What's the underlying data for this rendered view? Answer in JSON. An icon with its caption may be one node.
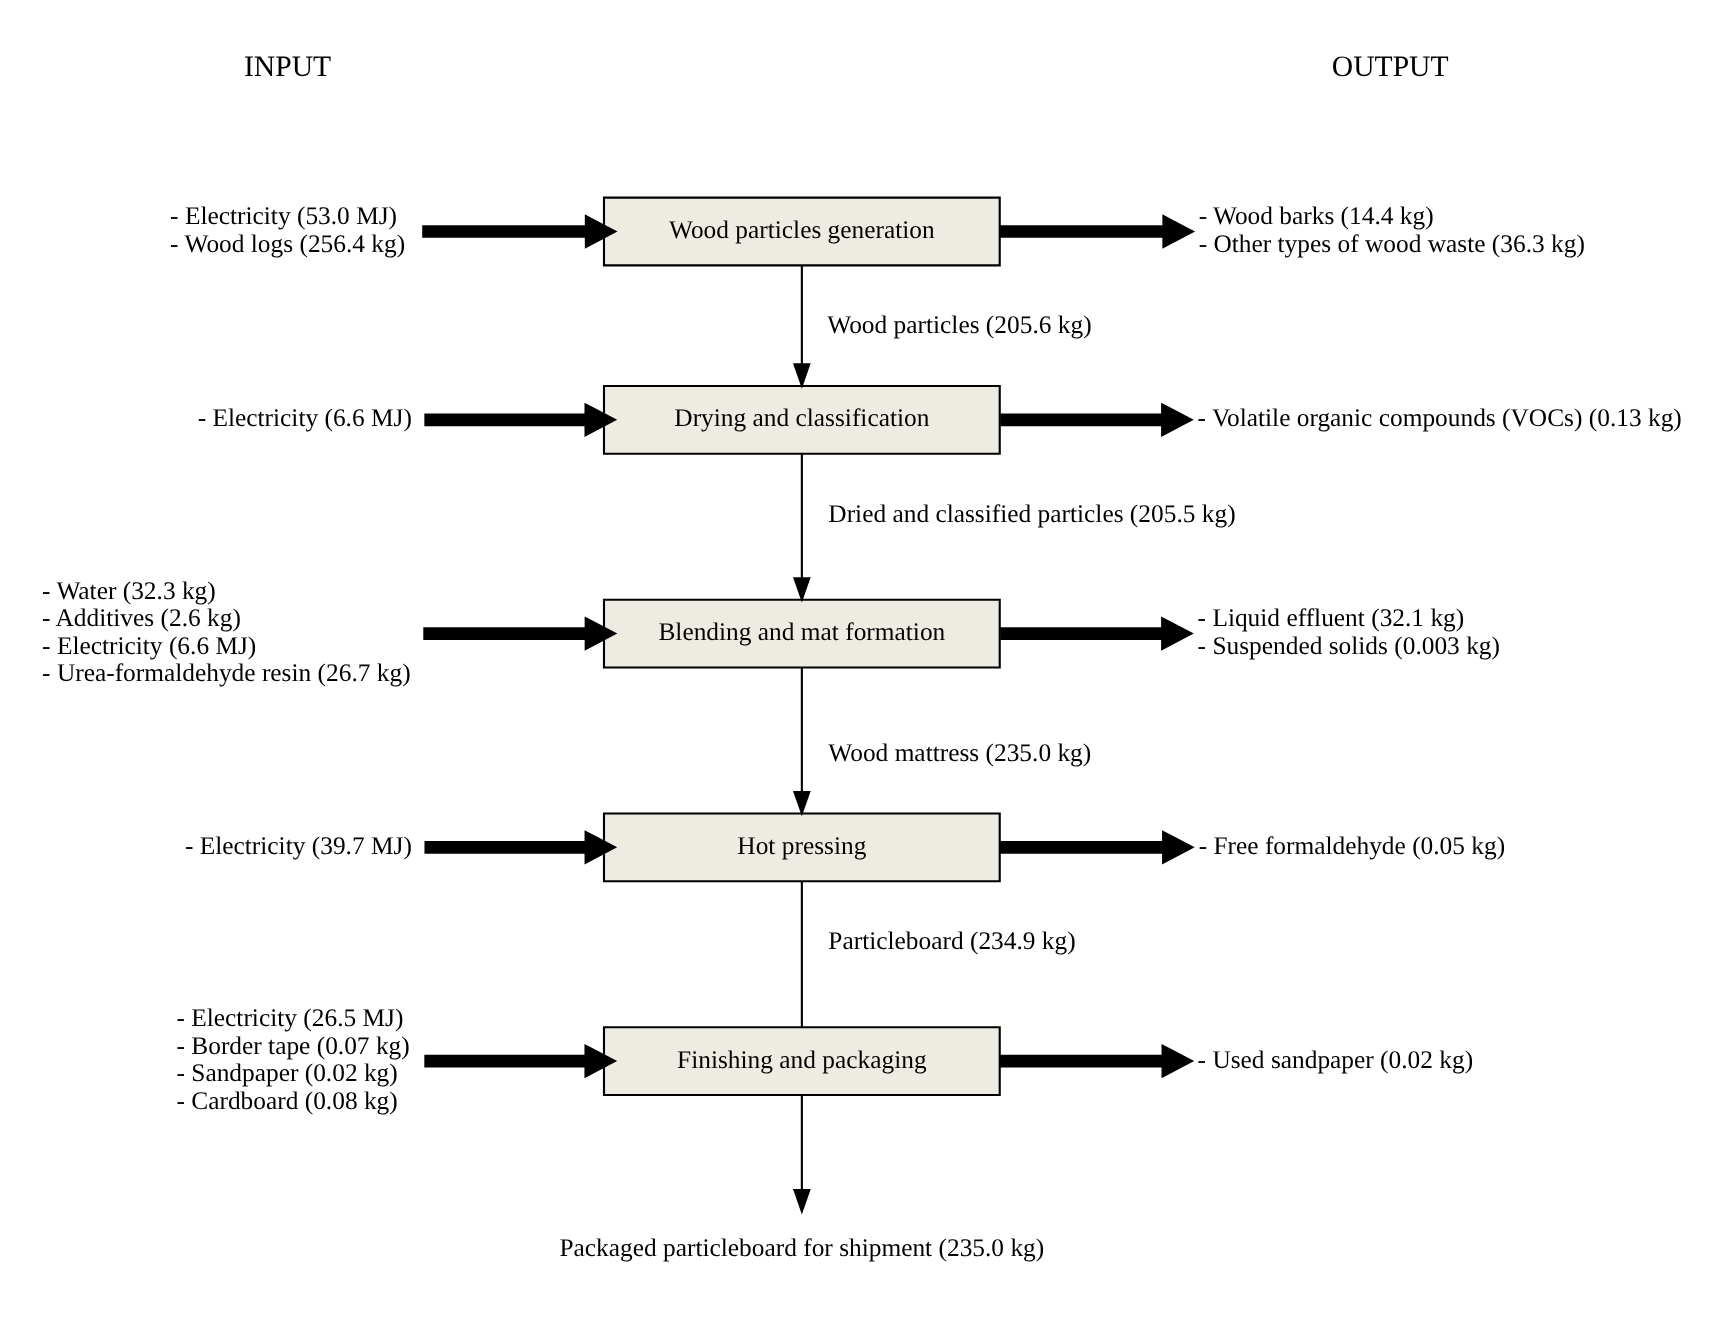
{
  "diagram": {
    "nodes": [
      {
        "text": [
          "- Electricity (53.0 MJ)",
          "- Wood logs (256.4 kg)"
        ]
      },
      {
        "text": [
          "Wood particles generation"
        ]
      },
      {
        "text": [
          "- Wood barks (14.4 kg)",
          "- Other types of wood waste (36.3 kg)"
        ]
      },
      {
        "text": [
          "- Electricity (6.6 MJ)"
        ]
      },
      {
        "text": [
          "Drying and classification"
        ]
      },
      {
        "text": [
          "- Volatile organic compounds (VOCs) (0.13 kg)"
        ]
      },
      {
        "text": [
          "- Water (32.3 kg)",
          "- Additives (2.6 kg)",
          "- Electricity (6.6 MJ)",
          "- Urea-formaldehyde resin (26.7 kg)"
        ]
      },
      {
        "text": [
          "Blending and mat formation"
        ]
      },
      {
        "text": [
          "- Liquid effluent (32.1 kg)",
          "- Suspended solids (0.003 kg)"
        ]
      },
      {
        "text": [
          "- Electricity (39.7 MJ)"
        ]
      },
      {
        "text": [
          "Hot pressing"
        ]
      },
      {
        "text": [
          "- Free formaldehyde (0.05 kg)"
        ]
      },
      {
        "text": [
          "- Electricity (26.5 MJ)",
          "- Border tape (0.07 kg)",
          "- Sandpaper (0.02 kg)",
          "- Cardboard (0.08 kg)"
        ]
      },
      {
        "text": [
          "Finishing and packaging"
        ]
      },
      {
        "text": [
          "- Used sandpaper (0.02 kg)"
        ]
      },
      {
        "text": [
          "Packaged particleboard for shipment (235.0 kg)"
        ]
      }
    ],
    "edges": [
      {
        "from": 0,
        "to": 1,
        "arrow": "to"
      },
      {
        "from": 1,
        "to": 2,
        "arrow": "to"
      },
      {
        "from": 1,
        "to": 4,
        "arrow": "to",
        "label": "Wood particles (205.6 kg)"
      },
      {
        "from": 3,
        "to": 4,
        "arrow": "to"
      },
      {
        "from": 4,
        "to": 5,
        "arrow": "to"
      },
      {
        "from": 4,
        "to": 7,
        "arrow": "to",
        "label": "Dried and classified particles (205.5 kg)"
      },
      {
        "from": 6,
        "to": 7,
        "arrow": "to"
      },
      {
        "from": 7,
        "to": 8,
        "arrow": "to"
      },
      {
        "from": 7,
        "to": 10,
        "arrow": "to",
        "label": "Wood mattress (235.0 kg)"
      },
      {
        "from": 9,
        "to": 10,
        "arrow": "to"
      },
      {
        "from": 10,
        "to": 11,
        "arrow": "to"
      },
      {
        "from": 10,
        "to": 13,
        "arrow": "none",
        "label": "Particleboard (234.9 kg)"
      },
      {
        "from": 12,
        "to": 13,
        "arrow": "to"
      },
      {
        "from": 13,
        "to": 14,
        "arrow": "to"
      },
      {
        "from": 13,
        "to": 15,
        "arrow": "to"
      }
    ],
    "labels": [
      "INPUT",
      "OUTPUT"
    ]
  }
}
